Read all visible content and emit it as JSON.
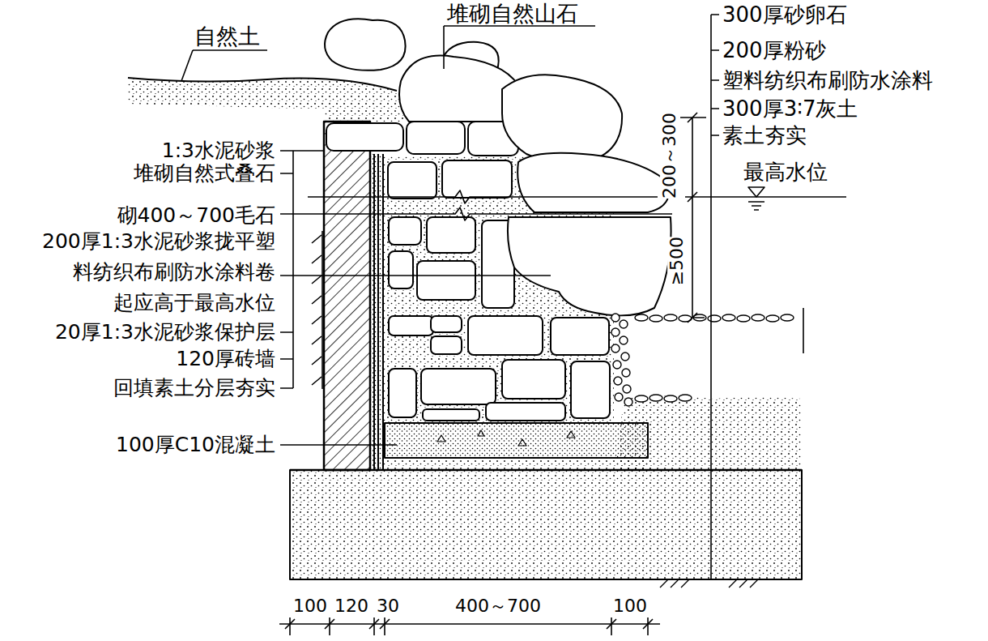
{
  "diagram": {
    "labels": [
      "自然土",
      "堆砌自然山石",
      "300厚砂卵石",
      "200厚粉砂",
      "塑料纺织布刷防水涂料",
      "300厚3∶7灰土",
      "素土夯实",
      "200～300",
      "最高水位",
      "≥500",
      "1:3水泥砂浆",
      "堆砌自然式叠石",
      "砌400～700毛石",
      "200厚1:3水泥砂浆拢平塑 料纺织布刷防水涂料卷 起应高于最高水位",
      "20厚1:3水泥砂浆保护层",
      "120厚砖墙",
      "回填素土分层夯实",
      "100厚C10混凝土",
      "100",
      "120",
      "30",
      "400～700",
      "100"
    ]
  }
}
